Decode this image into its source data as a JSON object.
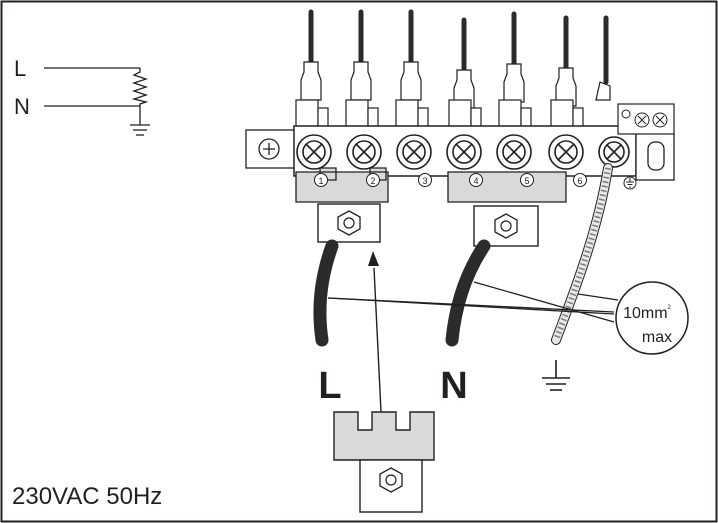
{
  "schematic": {
    "line_label": "L",
    "neutral_label": "N"
  },
  "terminals": [
    "1",
    "2",
    "3",
    "4",
    "5",
    "6"
  ],
  "cables": {
    "live_label": "L",
    "neutral_label": "N",
    "earth_icon": "ground-icon"
  },
  "callout": {
    "size_value": "10mm",
    "size_unit_superscript": "2",
    "size_note": "max"
  },
  "supply_label": "230VAC 50Hz",
  "colors": {
    "line": "#231f20",
    "block": "#d9d9d9",
    "frame": "#231f20"
  }
}
